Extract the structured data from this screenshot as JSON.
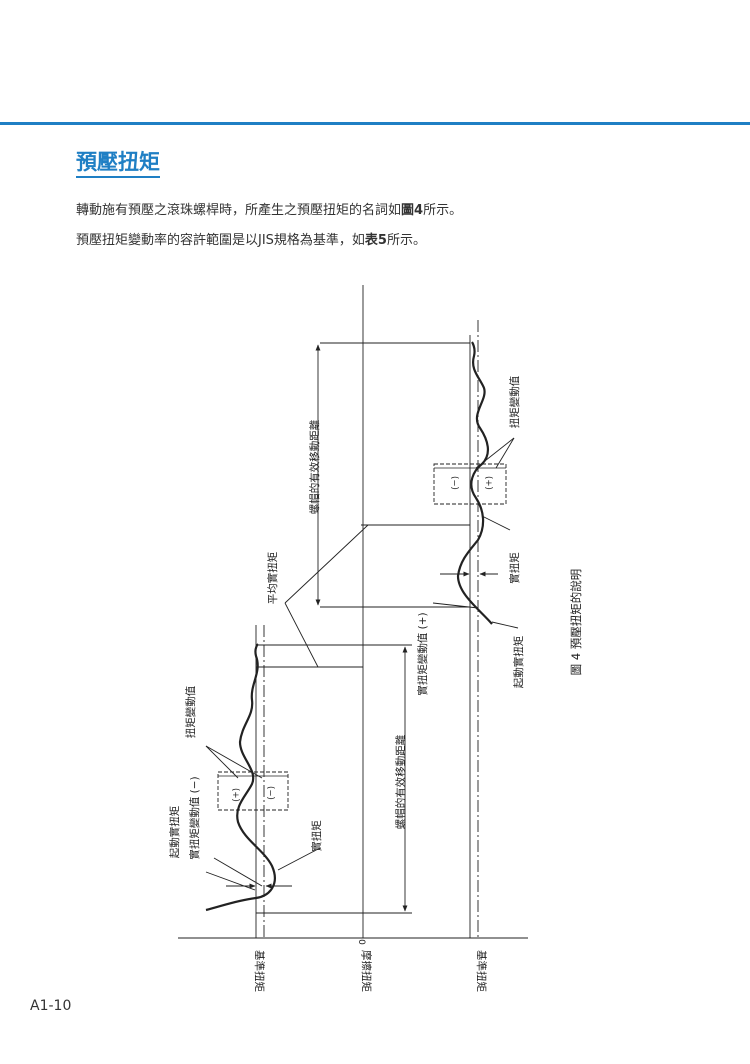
{
  "header": {
    "title": "預壓扭矩",
    "accent_color": "#1f7fc4"
  },
  "body": {
    "p1_a": "轉動施有預壓之滾珠螺桿時，所產生之預壓扭矩的名詞如",
    "p1_ref": "圖4",
    "p1_b": "所示。",
    "p2_a": "預壓扭矩變動率的容許範圍是以JIS規格為基準，如",
    "p2_ref": "表5",
    "p2_b": "所示。"
  },
  "figure": {
    "caption": "圖 4  預壓扭矩的說明",
    "zero_label": "0",
    "labels": {
      "base_torque_left": "基準扭矩",
      "friction_torque": "摩擦扭矩",
      "base_torque_right": "基準扭矩",
      "start_actual_torque_left": "起動實扭矩",
      "actual_torque_var_minus": "實扭矩變動值 (−)",
      "torque_var_left": "扭矩變動值",
      "actual_torque_left": "實扭矩",
      "avg_actual_torque": "平均實扭矩",
      "effective_travel_left": "螺帽的有效移動距離",
      "effective_travel_right": "螺帽的有效移動距離",
      "actual_torque_var_plus": "實扭矩變動值 (+)",
      "start_actual_torque_right": "起動實扭矩",
      "actual_torque_right": "實扭矩",
      "torque_var_right": "扭矩變動值",
      "plus_sign": "(+)",
      "minus_sign": "(−)"
    }
  },
  "footer": {
    "page_number": "A1-10"
  }
}
